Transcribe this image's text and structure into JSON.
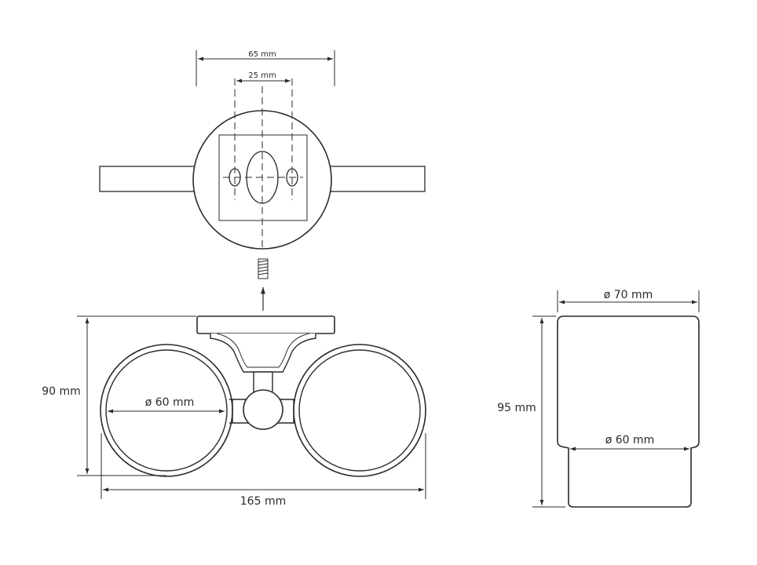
{
  "mounting_plate": {
    "width_label": "65 mm",
    "hole_spacing_label": "25 mm"
  },
  "holder": {
    "height_label": "90 mm",
    "ring_diameter_label": "ø 60 mm",
    "width_label": "165 mm"
  },
  "tumbler": {
    "top_diameter_label": "ø 70 mm",
    "height_label": "95 mm",
    "bottom_diameter_label": "ø 60 mm"
  },
  "colors": {
    "line": "#2a2a2a",
    "background": "#ffffff"
  }
}
